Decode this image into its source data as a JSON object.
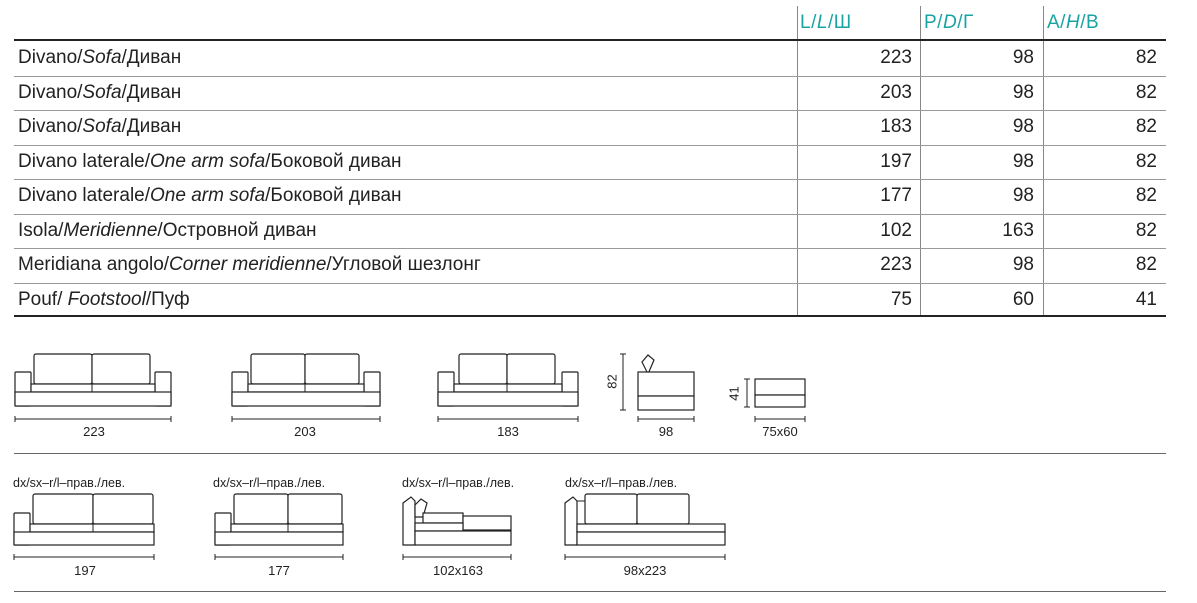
{
  "table": {
    "headers": [
      {
        "a": "L/",
        "b": "L",
        "c": "/Ш"
      },
      {
        "a": "P/",
        "b": "D",
        "c": "/Г"
      },
      {
        "a": "A/",
        "b": "H",
        "c": "/В"
      }
    ],
    "rows": [
      {
        "it": "Divano/",
        "en": "Sofa",
        "ru": "/Диван",
        "l": "223",
        "p": "98",
        "h": "82"
      },
      {
        "it": "Divano/",
        "en": "Sofa",
        "ru": "/Диван",
        "l": "203",
        "p": "98",
        "h": "82"
      },
      {
        "it": "Divano/",
        "en": "Sofa",
        "ru": "/Диван",
        "l": "183",
        "p": "98",
        "h": "82"
      },
      {
        "it": "Divano laterale/",
        "en": "One arm sofa",
        "ru": "/Боковой диван",
        "l": "197",
        "p": "98",
        "h": "82"
      },
      {
        "it": "Divano laterale/",
        "en": "One arm sofa",
        "ru": "/Боковой диван",
        "l": "177",
        "p": "98",
        "h": "82"
      },
      {
        "it": "Isola/",
        "en": "Meridienne",
        "ru": "/Островной диван",
        "l": "102",
        "p": "163",
        "h": "82"
      },
      {
        "it": "Meridiana angolo/",
        "en": "Corner meridienne",
        "ru": "/Угловой шезлонг",
        "l": "223",
        "p": "98",
        "h": "82"
      },
      {
        "it": "Pouf/ ",
        "en": "Footstool",
        "ru": "/Пуф",
        "l": "75",
        "p": "60",
        "h": "41"
      }
    ],
    "accent_color": "#1aa3a3"
  },
  "drawings": {
    "row1": {
      "sofa223": "223",
      "sofa203": "203",
      "sofa183": "183",
      "side_depth": "98",
      "side_height": "82",
      "pouf": "75x60",
      "pouf_height": "41"
    },
    "row2": {
      "modifier": "dx/sx–r/l–прав./лев.",
      "one_arm197": "197",
      "one_arm177": "177",
      "isola": "102x163",
      "corner": "98x223"
    }
  }
}
